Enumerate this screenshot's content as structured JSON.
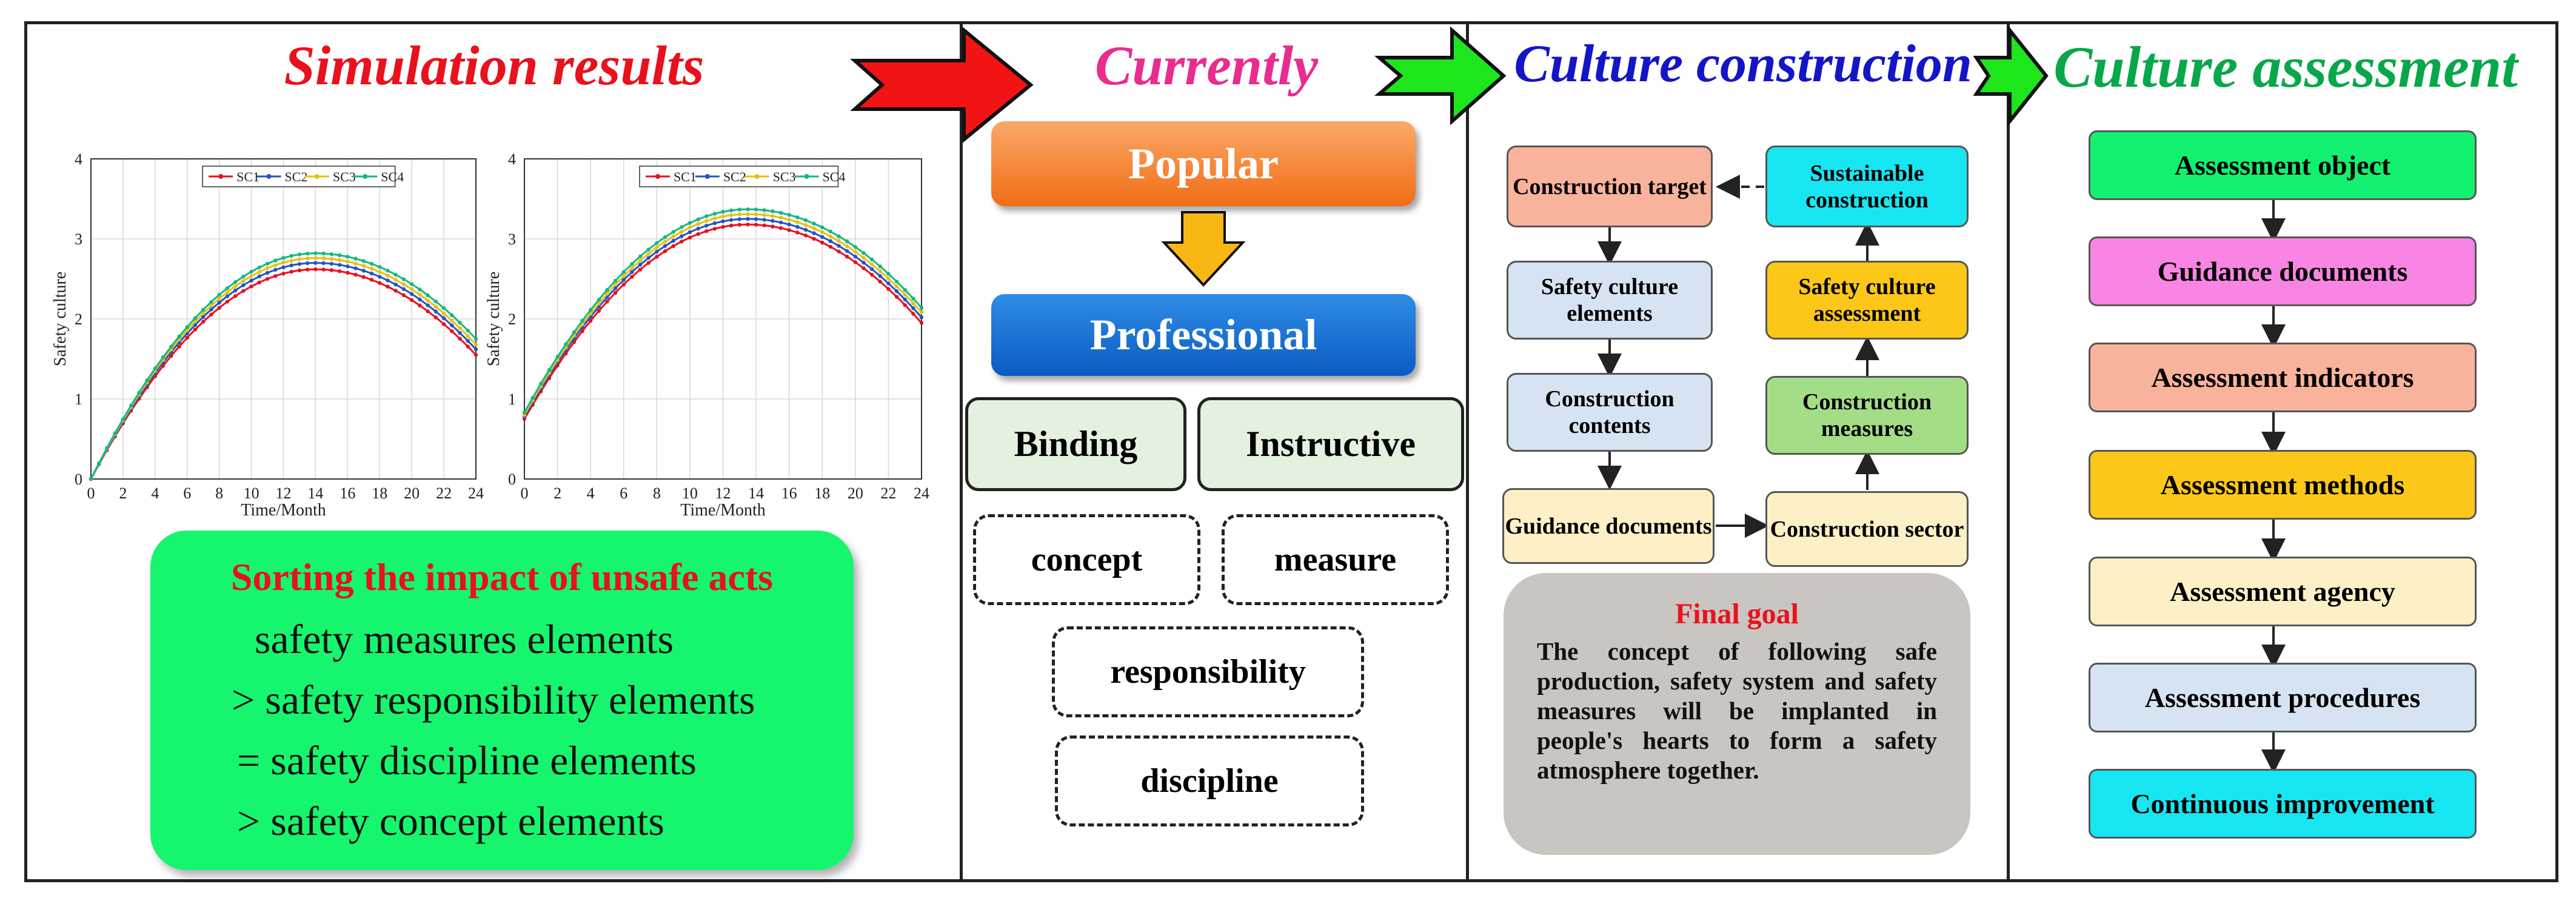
{
  "panels": {
    "simulation": {
      "title": "Simulation results",
      "color": "#e8111d"
    },
    "currently": {
      "title": "Currently",
      "color": "#ea2c8e"
    },
    "construction": {
      "title": "Culture construction",
      "color": "#1515c8"
    },
    "assessment": {
      "title": "Culture assessment",
      "color": "#08a84a"
    }
  },
  "chart_data": [
    {
      "type": "line",
      "xlabel": "Time/Month",
      "ylabel": "Safety culture",
      "xlim": [
        0,
        24
      ],
      "ylim": [
        0,
        4
      ],
      "xticks": [
        "0",
        "2",
        "4",
        "6",
        "8",
        "10",
        "12",
        "14",
        "16",
        "18",
        "20",
        "22",
        "24"
      ],
      "yticks": [
        "0",
        "1",
        "2",
        "3",
        "4"
      ],
      "grid": true,
      "legend": "top-center",
      "series": [
        {
          "name": "SC1",
          "color": "#e8111d",
          "start": 0.0,
          "peak": 2.62,
          "peak_x": 14.0,
          "end": 1.55
        },
        {
          "name": "SC2",
          "color": "#2255c8",
          "start": 0.0,
          "peak": 2.7,
          "peak_x": 14.0,
          "end": 1.62
        },
        {
          "name": "SC3",
          "color": "#e8c012",
          "start": 0.0,
          "peak": 2.76,
          "peak_x": 14.0,
          "end": 1.68
        },
        {
          "name": "SC4",
          "color": "#14b884",
          "start": 0.0,
          "peak": 2.82,
          "peak_x": 14.0,
          "end": 1.75
        }
      ]
    },
    {
      "type": "line",
      "xlabel": "Time/Month",
      "ylabel": "Safety culture",
      "xlim": [
        0,
        24
      ],
      "ylim": [
        0,
        4
      ],
      "xticks": [
        "0",
        "2",
        "4",
        "6",
        "8",
        "10",
        "12",
        "14",
        "16",
        "18",
        "20",
        "22",
        "24"
      ],
      "yticks": [
        "0",
        "1",
        "2",
        "3",
        "4"
      ],
      "grid": true,
      "legend": "top-center",
      "series": [
        {
          "name": "SC1",
          "color": "#e8111d",
          "start": 0.75,
          "peak": 3.18,
          "peak_x": 13.5,
          "end": 1.95
        },
        {
          "name": "SC2",
          "color": "#2255c8",
          "start": 0.78,
          "peak": 3.25,
          "peak_x": 13.5,
          "end": 2.02
        },
        {
          "name": "SC3",
          "color": "#e8c012",
          "start": 0.8,
          "peak": 3.31,
          "peak_x": 13.5,
          "end": 2.08
        },
        {
          "name": "SC4",
          "color": "#14b884",
          "start": 0.83,
          "peak": 3.37,
          "peak_x": 13.5,
          "end": 2.14
        }
      ]
    }
  ],
  "sorting": {
    "title": "Sorting the impact of unsafe acts",
    "lines": [
      "safety measures elements",
      "> safety responsibility elements",
      "= safety discipline elements",
      "> safety concept elements"
    ]
  },
  "currently": {
    "popular": "Popular",
    "professional": "Professional",
    "binding": "Binding",
    "instructive": "Instructive",
    "concept": "concept",
    "measure": "measure",
    "responsibility": "responsibility",
    "discipline": "discipline"
  },
  "construction": {
    "target": "Construction target",
    "sustainable": "Sustainable construction",
    "elements": "Safety culture elements",
    "assessment": "Safety culture assessment",
    "contents": "Construction contents",
    "measures": "Construction measures",
    "guidance": "Guidance documents",
    "sector": "Construction sector",
    "final_title": "Final goal",
    "final_text": "The concept of following safe production, safety system and safety measures will be implanted in people's hearts to form a safety atmosphere together."
  },
  "assessment": {
    "items": [
      "Assessment object",
      "Guidance documents",
      "Assessment indicators",
      "Assessment methods",
      "Assessment agency",
      "Assessment procedures",
      "Continuous improvement"
    ]
  }
}
